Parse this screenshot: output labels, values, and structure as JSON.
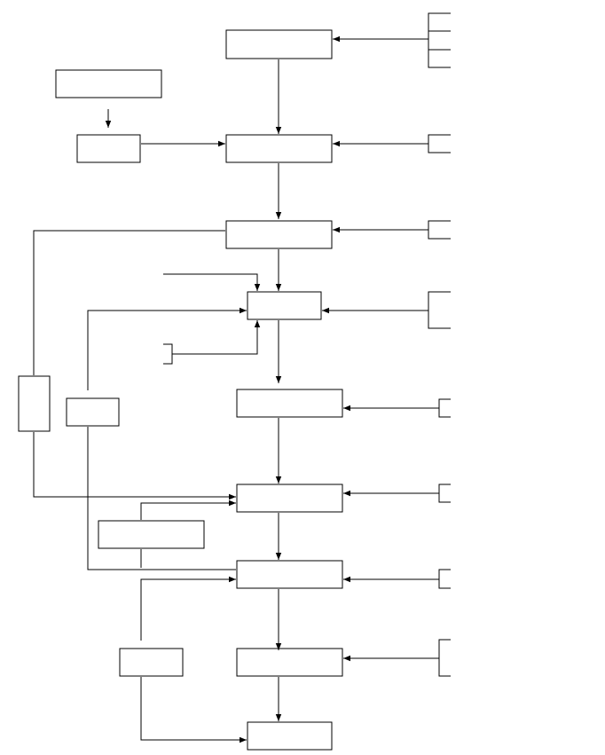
{
  "diagram": {
    "type": "flowchart",
    "line_color": "#000000",
    "background_color": "#ffffff",
    "nodes": [
      {
        "id": "n1",
        "label": ""
      },
      {
        "id": "n2",
        "label": ""
      },
      {
        "id": "n3",
        "label": ""
      },
      {
        "id": "n4",
        "label": ""
      },
      {
        "id": "n5",
        "label": ""
      },
      {
        "id": "n6",
        "label": ""
      },
      {
        "id": "n7",
        "label": ""
      },
      {
        "id": "n8",
        "label": ""
      },
      {
        "id": "n9",
        "label": ""
      },
      {
        "id": "side-a",
        "label": ""
      },
      {
        "id": "side-b",
        "label": ""
      },
      {
        "id": "top-left",
        "label": ""
      },
      {
        "id": "left-input",
        "label": ""
      },
      {
        "id": "lower-left",
        "label": ""
      },
      {
        "id": "bottom-left",
        "label": ""
      }
    ],
    "edges": [
      {
        "from": "n1",
        "to": "n2"
      },
      {
        "from": "n2",
        "to": "n3"
      },
      {
        "from": "n3",
        "to": "n4"
      },
      {
        "from": "n4",
        "to": "n5"
      },
      {
        "from": "n5",
        "to": "n6"
      },
      {
        "from": "n6",
        "to": "n7"
      },
      {
        "from": "n7",
        "to": "n8"
      },
      {
        "from": "n8",
        "to": "n9"
      },
      {
        "from": "top-left",
        "to": "left-input"
      },
      {
        "from": "left-input",
        "to": "n2"
      },
      {
        "from": "n3",
        "to": "n6"
      },
      {
        "from": "side-b",
        "to": "n4"
      },
      {
        "from": "side-b",
        "to": "n7"
      },
      {
        "from": "lower-left",
        "to": "n6"
      },
      {
        "from": "bottom-left",
        "to": "n8"
      },
      {
        "from": "bottom-left",
        "to": "n9"
      }
    ]
  }
}
